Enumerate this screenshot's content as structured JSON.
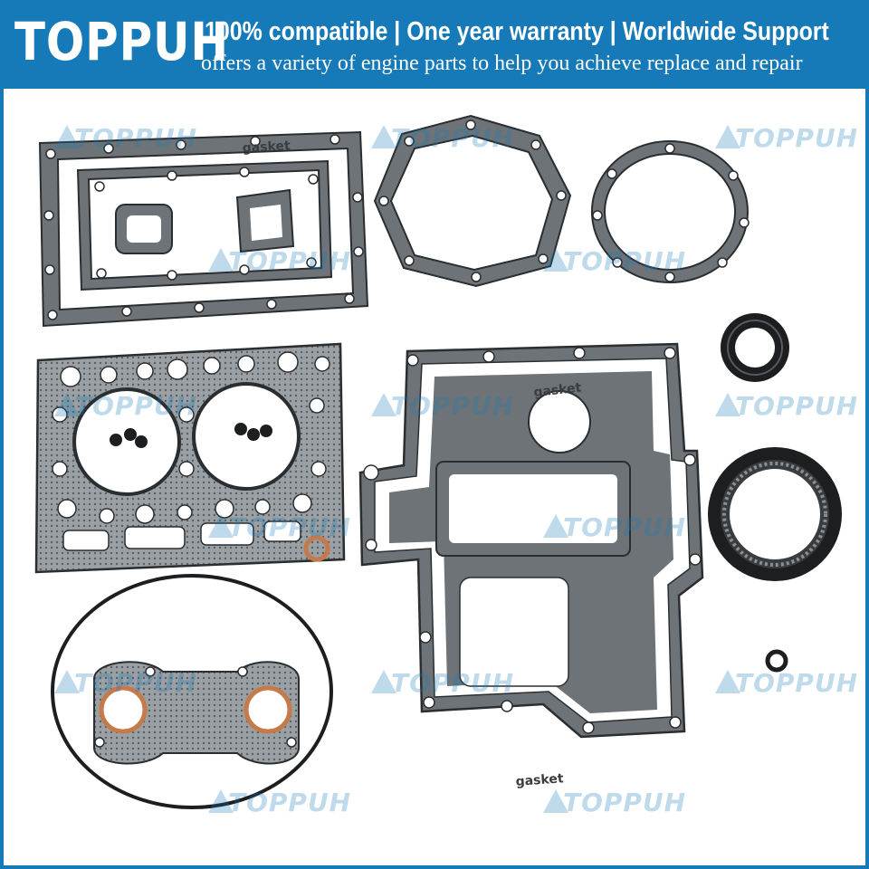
{
  "banner": {
    "brand": "TOPPUH",
    "tagline": "100% compatible | One year warranty | Worldwide Support",
    "subline": "offers a variety of engine parts to help you achieve replace and repair"
  },
  "gasket_marking": "gasket",
  "watermark": {
    "text": "TOPPUH",
    "color": "#1679b8"
  },
  "colors": {
    "banner": "#1679b8",
    "gasket_fill": "#6e7378",
    "gasket_dark": "#2b2e31",
    "copper": "#c67a4c",
    "seal": "#1d1e20"
  }
}
